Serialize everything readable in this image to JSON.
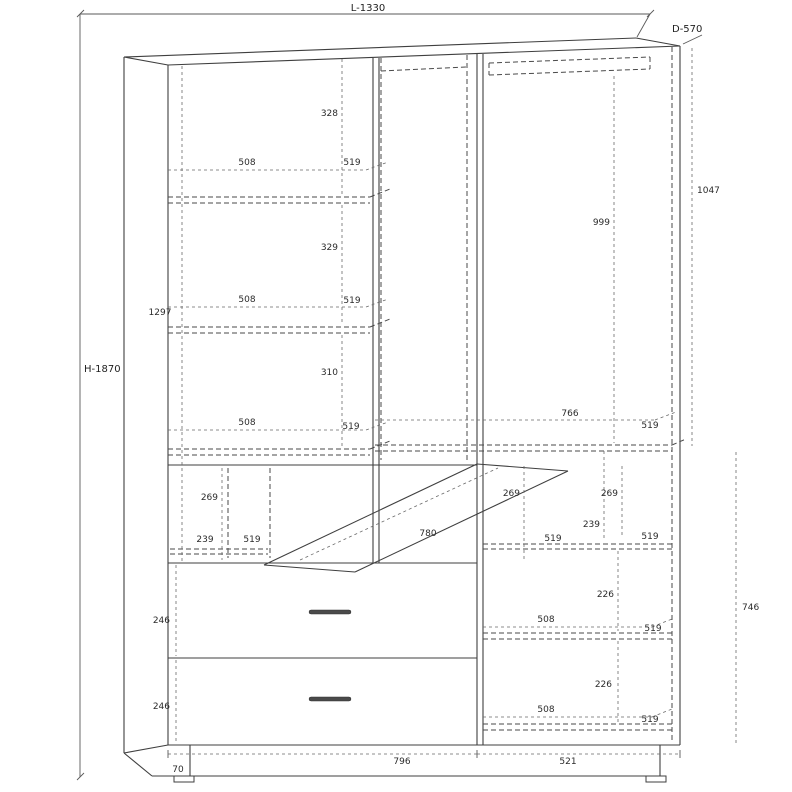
{
  "drawing": {
    "type": "furniture technical drawing",
    "subject": "three-section wardrobe with shelves, hanging space, fold-out flap and two drawers"
  },
  "dim": {
    "length": "L-1330",
    "depth": "D-570",
    "height": "H-1870",
    "upper_left_height": "1297",
    "hang_total_height": "1047",
    "hang_clear_height": "999",
    "gap1": "328",
    "shelf1_width": "508",
    "shelf1_depth": "519",
    "gap2": "329",
    "shelf2_width": "508",
    "shelf2_depth": "519",
    "gap3": "310",
    "shelf3_width": "508",
    "shelf3_depth": "519",
    "mid_shelf_width": "766",
    "mid_shelf_depth": "519",
    "niche_height_left": "269",
    "niche_height_mid": "269",
    "niche_height_right": "269",
    "niche_left_width": "239",
    "niche_left_depth": "519",
    "flap_width": "780",
    "niche_right_depth": "519",
    "niche_right_gap": "239",
    "niche_right_width": "519",
    "drawer1_height": "246",
    "drawer2_height": "246",
    "right_gap1": "226",
    "right_shelf1_width": "508",
    "right_shelf1_depth": "519",
    "right_gap2": "226",
    "right_shelf2_width": "508",
    "right_shelf2_depth": "519",
    "right_lower_height": "746",
    "plinth_height": "70",
    "bottom_left_width": "796",
    "bottom_right_width": "521"
  }
}
